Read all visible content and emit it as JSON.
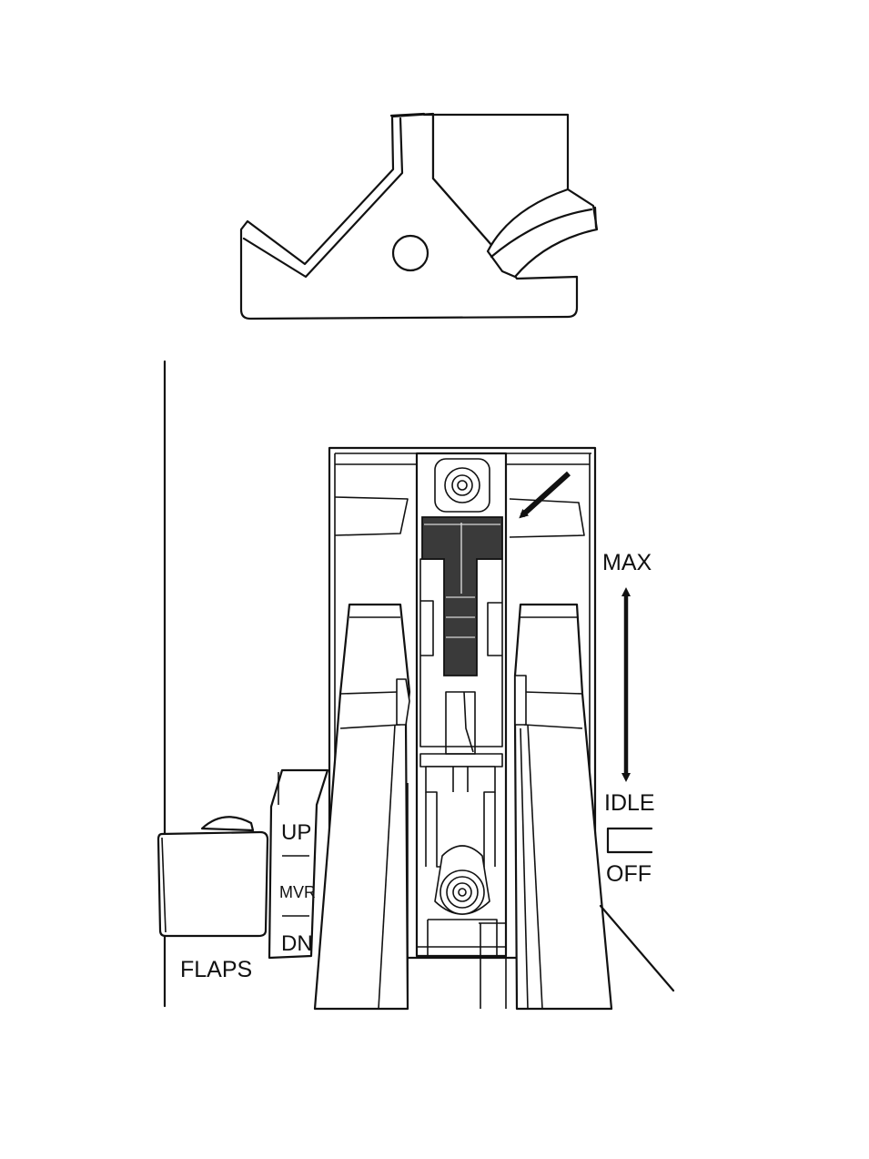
{
  "labels": {
    "max": "MAX",
    "idle": "IDLE",
    "off": "OFF",
    "flaps": "FLAPS",
    "up": "UP",
    "mvr": "MVR",
    "dn": "DN"
  },
  "colors": {
    "line": "#111111",
    "handle_fill": "#3a3a3a",
    "background": "#ffffff"
  },
  "icons": {
    "indicator_arrow": "arrow-down-left-icon",
    "travel_arrow": "double-arrow-vertical-icon"
  }
}
